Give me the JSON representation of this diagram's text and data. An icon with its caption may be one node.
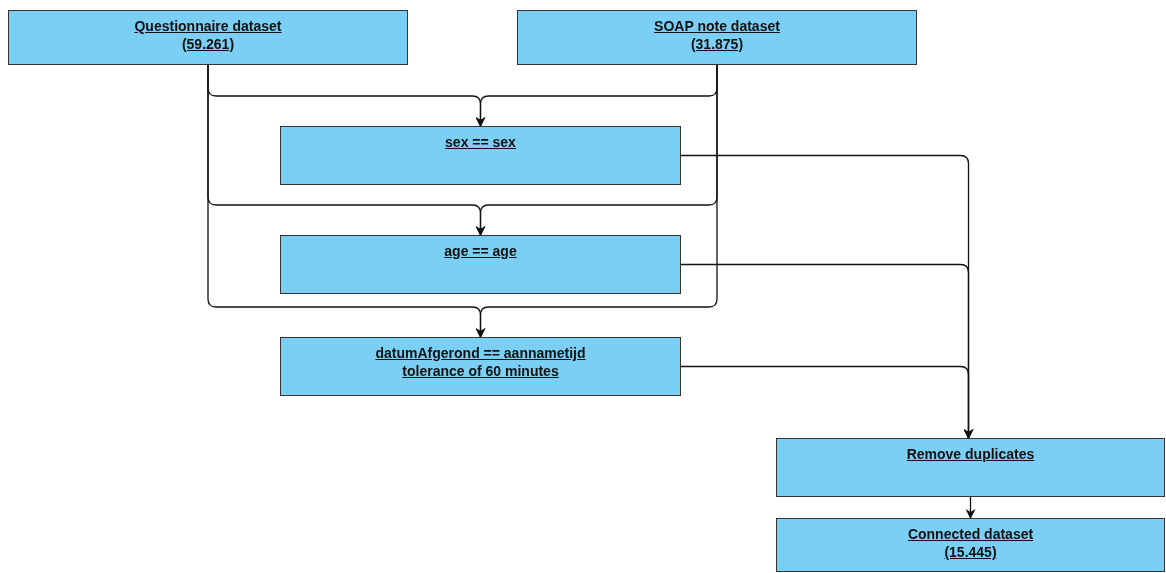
{
  "diagram": {
    "nodes": [
      {
        "text": [
          "Questionnaire dataset",
          "(59.261)"
        ]
      },
      {
        "text": [
          "SOAP note dataset",
          "(31.875)"
        ]
      },
      {
        "text": [
          "sex == sex"
        ]
      },
      {
        "text": [
          "age == age"
        ]
      },
      {
        "text": [
          "datumAfgerond == aannametijd",
          "tolerance of 60 minutes"
        ]
      },
      {
        "text": [
          "Remove duplicates"
        ]
      },
      {
        "text": [
          "Connected dataset",
          "(15.445)"
        ]
      }
    ],
    "edges": [
      {
        "from": 0,
        "to": 2,
        "arrow": "to"
      },
      {
        "from": 1,
        "to": 2,
        "arrow": "to"
      },
      {
        "from": 0,
        "to": 3,
        "arrow": "to"
      },
      {
        "from": 1,
        "to": 3,
        "arrow": "to"
      },
      {
        "from": 0,
        "to": 4,
        "arrow": "to"
      },
      {
        "from": 1,
        "to": 4,
        "arrow": "to"
      },
      {
        "from": 2,
        "to": 5,
        "arrow": "to"
      },
      {
        "from": 3,
        "to": 5,
        "arrow": "to"
      },
      {
        "from": 4,
        "to": 5,
        "arrow": "to"
      },
      {
        "from": 5,
        "to": 6,
        "arrow": "to"
      }
    ]
  }
}
